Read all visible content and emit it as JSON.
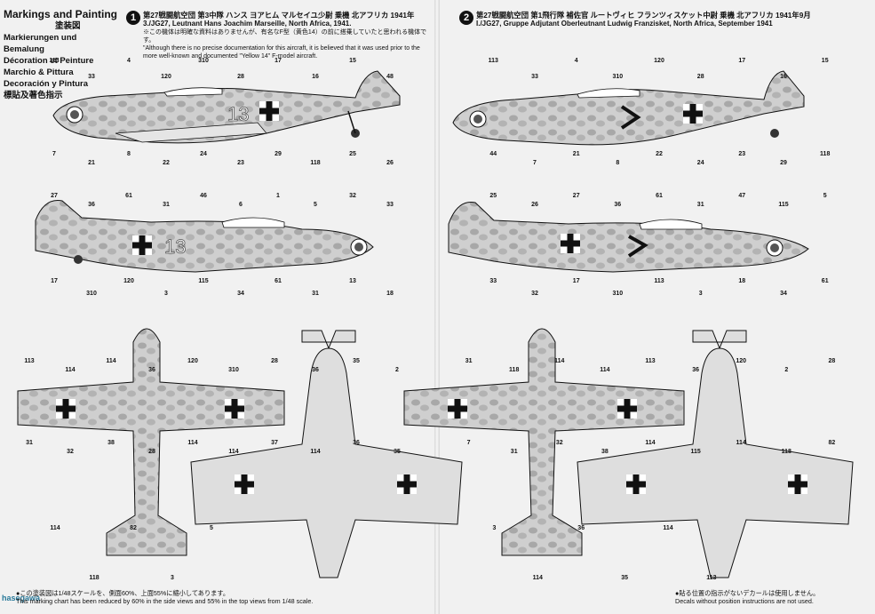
{
  "header": {
    "title": "Markings and Painting",
    "title_jp": "塗装図",
    "lines": [
      "Markierungen und Bemalung",
      "Décoration et Peinture",
      "Marchio & Pittura",
      "Decoración y Pintura",
      "標貼及著色指示"
    ]
  },
  "watermark": "hasegawa",
  "scheme1": {
    "number": "1",
    "jp": "第27戦闘航空団 第3中隊 ハンス ヨアヒム マルセイユ少尉 乗機 北アフリカ 1941年",
    "en": "3./JG27, Leutnant Hans Joachim Marseille, North Africa, 1941.",
    "note_jp": "※この機体は明確な資料はありませんが、有名なF型（黄色14）の前に搭乗していたと思われる機体です。",
    "note_en": "\"Although there is no precise documentation for this aircraft, it is believed that it was used prior to the more well-known and documented \"Yellow 14\" F-model aircraft.",
    "side_code": "13"
  },
  "scheme2": {
    "number": "2",
    "jp": "第27戦闘航空団 第1飛行隊 補佐官 ルートヴィヒ フランツィスケット中尉 乗機 北アフリカ 1941年9月",
    "en": "I./JG27, Gruppe Adjutant Oberleutnant Ludwig Franzisket, North Africa, September 1941"
  },
  "callouts_left": [
    "113",
    "33",
    "4",
    "120",
    "310",
    "28",
    "17",
    "16",
    "15",
    "48",
    "7",
    "21",
    "8",
    "22",
    "24",
    "23",
    "29",
    "118",
    "25",
    "26",
    "27",
    "36",
    "61",
    "31",
    "46",
    "6",
    "1",
    "5",
    "32",
    "33",
    "17",
    "310",
    "120",
    "3",
    "115",
    "34",
    "61",
    "31",
    "13",
    "18",
    "113",
    "114",
    "114",
    "36",
    "120",
    "310",
    "28",
    "36",
    "35",
    "2",
    "31",
    "32",
    "38",
    "28",
    "114",
    "114",
    "37",
    "114",
    "36",
    "35",
    "114",
    "118",
    "82",
    "3",
    "5"
  ],
  "callouts_right": [
    "113",
    "33",
    "4",
    "310",
    "120",
    "28",
    "17",
    "16",
    "15",
    "44",
    "7",
    "21",
    "8",
    "22",
    "24",
    "23",
    "29",
    "118",
    "25",
    "26",
    "27",
    "36",
    "61",
    "31",
    "47",
    "115",
    "5",
    "33",
    "32",
    "17",
    "310",
    "113",
    "3",
    "18",
    "34",
    "61",
    "31",
    "118",
    "114",
    "114",
    "113",
    "36",
    "120",
    "2",
    "28",
    "7",
    "31",
    "32",
    "38",
    "114",
    "115",
    "114",
    "118",
    "82",
    "3",
    "114",
    "36",
    "35",
    "114",
    "113"
  ],
  "footer_left": {
    "jp": "●この塗装図は1/48スケールを、側面60%、上面55%に縮小してあります。",
    "en": "This marking chart has been reduced by 60% in the side views and 55% in the top views from 1/48 scale."
  },
  "footer_right": {
    "jp": "●貼る位置の指示がないデカールは使用しません。",
    "en": "Decals without position instructions are not used."
  },
  "colors": {
    "paper": "#f1f1f1",
    "camo_mottle": "#a9a9a9",
    "underside": "#d9d9d9",
    "ink": "#111111"
  }
}
